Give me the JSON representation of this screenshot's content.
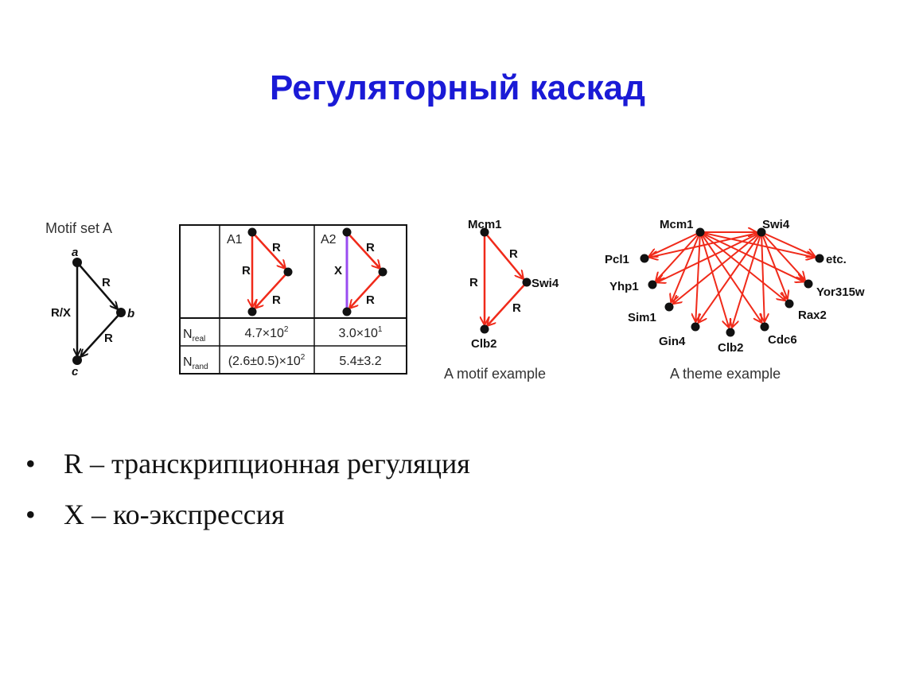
{
  "title": "Регуляторный каскад",
  "motif_set": {
    "caption": "Motif set A",
    "nodes": {
      "a": "a",
      "b": "b",
      "c": "c"
    },
    "edge_labels": {
      "ab": "R",
      "bc": "R",
      "ac": "R/X"
    }
  },
  "table": {
    "a1": {
      "label": "A1",
      "edges": [
        "R",
        "R",
        "R"
      ]
    },
    "a2": {
      "label": "A2",
      "edges": [
        "R",
        "X",
        "R"
      ]
    },
    "rows": [
      {
        "label": "N",
        "sub": "real",
        "a1": "4.7×10",
        "a1_exp": "2",
        "a2": "3.0×10",
        "a2_exp": "1"
      },
      {
        "label": "N",
        "sub": "rand",
        "a1": "(2.6±0.5)×10",
        "a1_exp": "2",
        "a2": "5.4±3.2",
        "a2_exp": ""
      }
    ]
  },
  "motif_example": {
    "caption": "A motif example",
    "nodes": {
      "top": "Mcm1",
      "mid": "Swi4",
      "bottom": "Clb2"
    },
    "edge_labels": {
      "top_mid": "R",
      "top_bottom": "R",
      "mid_bottom": "R"
    }
  },
  "theme_example": {
    "caption": "A theme example",
    "sources": [
      "Mcm1",
      "Swi4"
    ],
    "targets": [
      "Pcl1",
      "Yhp1",
      "Sim1",
      "Gin4",
      "Clb2",
      "Cdc6",
      "Rax2",
      "Yor315w",
      "etc."
    ]
  },
  "bullets": [
    {
      "bullet": "•",
      "text": "R – транскрипционная регуляция"
    },
    {
      "bullet": "•",
      "text": "X – ко-экспрессия"
    }
  ],
  "colors": {
    "title": "#1a1ad6",
    "regulation": "#f02a1a",
    "coexpression": "#9a4cf0"
  }
}
